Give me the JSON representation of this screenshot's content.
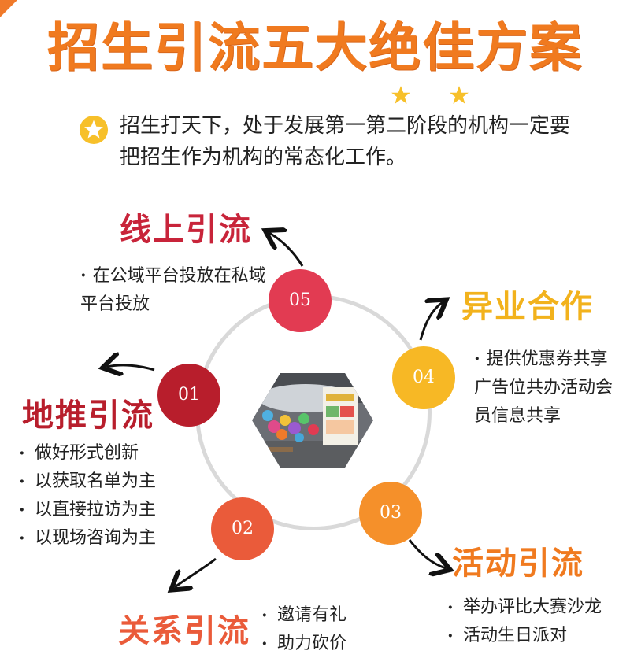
{
  "title": "招生引流五大绝佳方案",
  "intro": "招生打天下，处于发展第一第二阶段的机构一定要把招生作为机构的常态化工作。",
  "colors": {
    "accent": "#f07a1f",
    "node_01": "#b81e2c",
    "node_02": "#ea5b3a",
    "node_03": "#f5902a",
    "node_04": "#f7b825",
    "node_05": "#e23b52",
    "ring": "#d9d9d9"
  },
  "center_image_icon": "photo-hexagon-icon",
  "nodes": [
    {
      "number": "01",
      "heading": "地推引流",
      "items": [
        "做好形式创新",
        "以获取名单为主",
        "以直接拉访为主",
        "以现场咨询为主"
      ]
    },
    {
      "number": "02",
      "heading": "关系引流",
      "items": [
        "邀请有礼",
        "助力砍价"
      ]
    },
    {
      "number": "03",
      "heading": "活动引流",
      "items": [
        "举办评比大赛沙龙",
        "活动生日派对"
      ]
    },
    {
      "number": "04",
      "heading": "异业合作",
      "items": [
        "提供优惠券共享广告位共办活动会员信息共享"
      ]
    },
    {
      "number": "05",
      "heading": "线上引流",
      "items": [
        "在公域平台投放在私域平台投放"
      ]
    }
  ]
}
